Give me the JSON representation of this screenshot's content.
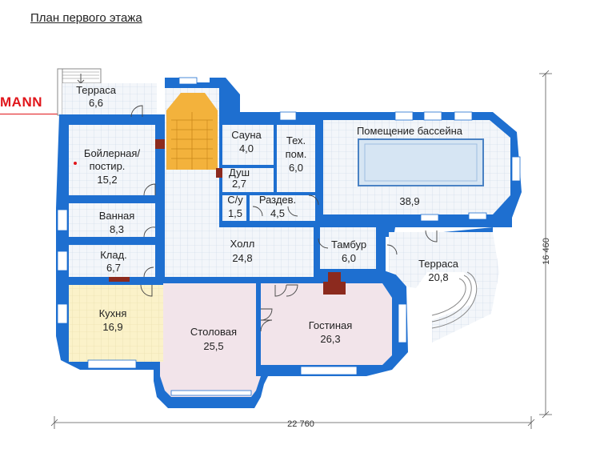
{
  "title": "План первого этажа",
  "brand": "MANN",
  "dimensions": {
    "width": "22 760",
    "height": "16 460"
  },
  "rooms": [
    {
      "id": "terrace-small",
      "name": "Терраса",
      "area": "6,6"
    },
    {
      "id": "boiler",
      "name": "Бойлерная/ постир.",
      "area": "15,2"
    },
    {
      "id": "bath",
      "name": "Ванная",
      "area": "8,3"
    },
    {
      "id": "storage",
      "name": "Клад.",
      "area": "6,7"
    },
    {
      "id": "kitchen",
      "name": "Кухня",
      "area": "16,9"
    },
    {
      "id": "sauna",
      "name": "Сауна",
      "area": "4,0"
    },
    {
      "id": "shower",
      "name": "Душ",
      "area": "2,7"
    },
    {
      "id": "wc",
      "name": "С/у",
      "area": "1,5"
    },
    {
      "id": "tech",
      "name": "Тех. пом.",
      "area": "6,0"
    },
    {
      "id": "changing",
      "name": "Раздев.",
      "area": "4,5"
    },
    {
      "id": "pool",
      "name": "Помещение бассейна",
      "area": "38,9"
    },
    {
      "id": "hall",
      "name": "Холл",
      "area": "24,8"
    },
    {
      "id": "vestibule",
      "name": "Тамбур",
      "area": "6,0"
    },
    {
      "id": "terrace-large",
      "name": "Терраса",
      "area": "20,8"
    },
    {
      "id": "dining",
      "name": "Столовая",
      "area": "25,5"
    },
    {
      "id": "living",
      "name": "Гостиная",
      "area": "26,3"
    }
  ],
  "colors": {
    "wall": "#1e6fd0",
    "floor": "#f3f6fa",
    "grid": "#c9d6e6",
    "kitchen": "#fbf2c9",
    "reception": "#f2e4ea",
    "stairs": "#f3b23c",
    "pool": "#d6e5f3",
    "stove": "#8c2a1e"
  }
}
